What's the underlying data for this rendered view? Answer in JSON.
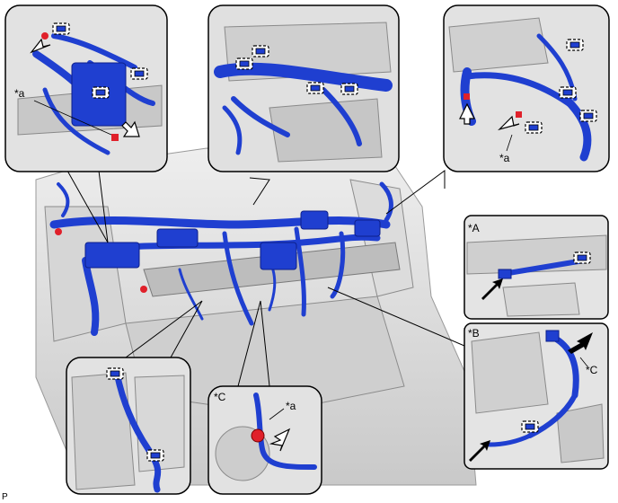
{
  "figure_code": "P",
  "callouts": {
    "a1": "*a",
    "a2": "*a",
    "a3": "*a",
    "A": "*A",
    "B": "*B",
    "C1": "*C",
    "C2": "*C"
  },
  "colors": {
    "harness": "#1f3fd0",
    "harness_dark": "#0d1f8a",
    "panel_border": "#000000",
    "background_gray": "#d9d9d9",
    "connector_red": "#e0202a",
    "clamp_marker": "#ffffff"
  },
  "icons": [
    "arrow-pointer-icon",
    "clamp-marker-icon",
    "connector-icon"
  ]
}
